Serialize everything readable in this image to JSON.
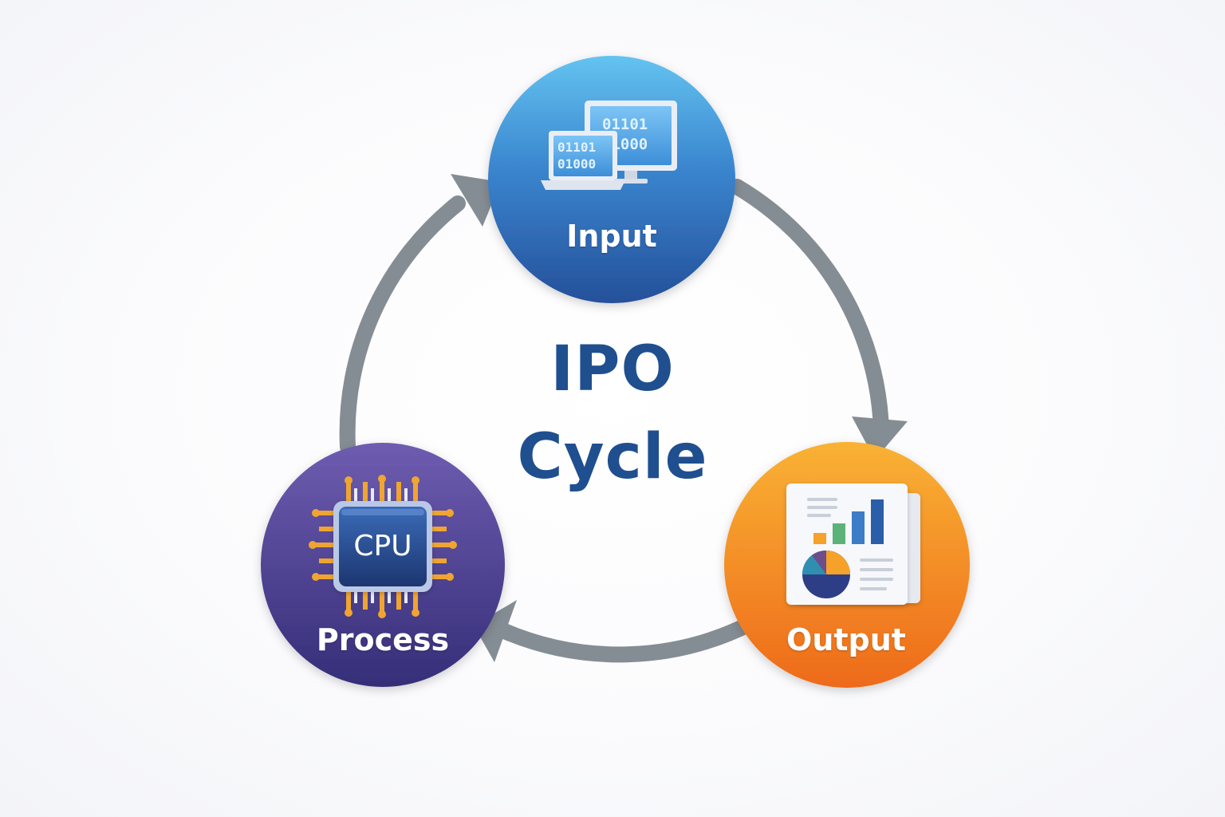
{
  "title": {
    "line1": "IPO",
    "line2": "Cycle"
  },
  "nodes": [
    {
      "id": "input",
      "label": "Input",
      "icon": "computer-binary-icon",
      "binary_lines": [
        "01101",
        "01000"
      ],
      "color": "#2f6cb8"
    },
    {
      "id": "process",
      "label": "Process",
      "icon": "cpu-chip-icon",
      "chip_text": "CPU",
      "color": "#4a3d94"
    },
    {
      "id": "output",
      "label": "Output",
      "icon": "report-chart-icon",
      "color": "#f18a1c"
    }
  ],
  "arrow_color": "#858d94",
  "cycle_direction": "clockwise: Input → Output → Process → Input"
}
